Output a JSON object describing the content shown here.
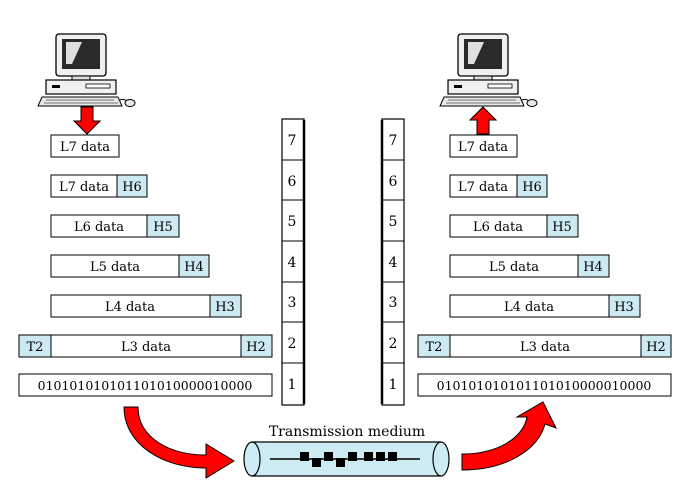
{
  "sender": {
    "rows": [
      {
        "trailer": "",
        "data": "L7 data",
        "header": ""
      },
      {
        "trailer": "",
        "data": "L7 data",
        "header": "H6"
      },
      {
        "trailer": "",
        "data": "L6 data",
        "header": "H5"
      },
      {
        "trailer": "",
        "data": "L5 data",
        "header": "H4"
      },
      {
        "trailer": "",
        "data": "L4 data",
        "header": "H3"
      },
      {
        "trailer": "T2",
        "data": "L3 data",
        "header": "H2"
      }
    ],
    "bits": "010101010101101010000010000"
  },
  "receiver": {
    "rows": [
      {
        "trailer": "",
        "data": "L7 data",
        "header": ""
      },
      {
        "trailer": "",
        "data": "L7 data",
        "header": "H6"
      },
      {
        "trailer": "",
        "data": "L6 data",
        "header": "H5"
      },
      {
        "trailer": "",
        "data": "L5 data",
        "header": "H4"
      },
      {
        "trailer": "",
        "data": "L4 data",
        "header": "H3"
      },
      {
        "trailer": "T2",
        "data": "L3 data",
        "header": "H2"
      }
    ],
    "bits": "010101010101101010000010000"
  },
  "layers": [
    "7",
    "6",
    "5",
    "4",
    "3",
    "2",
    "1"
  ],
  "medium": {
    "label": "Transmission medium"
  },
  "colors": {
    "header_fill": "#cde9f2",
    "arrow_red": "#ff0000",
    "medium_fill": "#cdebf3",
    "monitor_screen": "#2a2a2a"
  },
  "icons": {
    "sender_computer": "computer-icon",
    "receiver_computer": "computer-icon"
  }
}
